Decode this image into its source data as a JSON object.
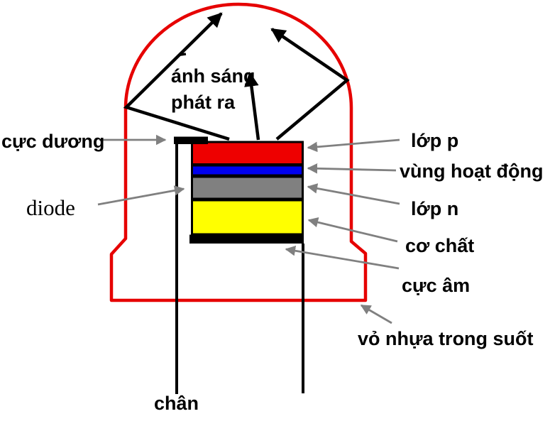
{
  "diagram": {
    "labels": {
      "positive_terminal": "cực dương",
      "diode": "diode",
      "emitted_light_line1": "ánh sáng",
      "emitted_light_line2": "phát ra",
      "p_layer": "lớp p",
      "active_region": "vùng hoạt động",
      "n_layer": "lớp n",
      "substrate": "cơ chất",
      "negative_terminal": "cực âm",
      "plastic_shell": "vỏ nhựa trong suốt",
      "leg": "chân"
    },
    "colors": {
      "shell_outline": "#e60000",
      "p_layer": "#ee0000",
      "active_region": "#0000ee",
      "n_layer": "#808080",
      "substrate": "#ffff00",
      "contacts": "#000000",
      "label_arrow": "#808080"
    }
  }
}
